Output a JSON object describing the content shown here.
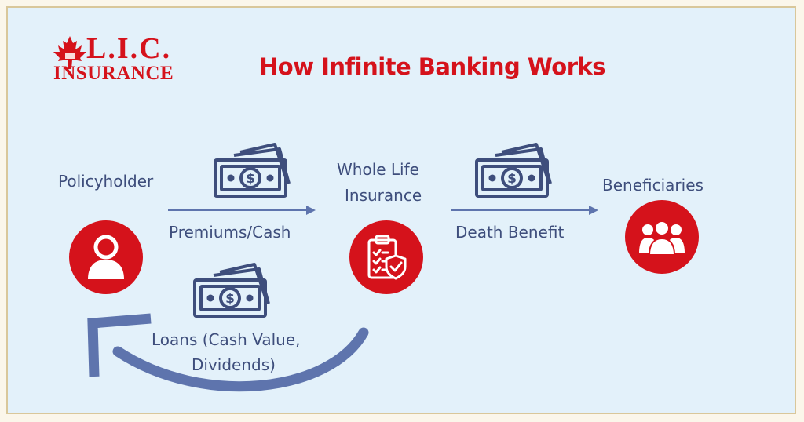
{
  "brand": {
    "logo_line1": "L.I.C.",
    "logo_line2": "INSURANCE"
  },
  "title": "How Infinite Banking Works",
  "nodes": {
    "policyholder": "Policyholder",
    "whole_life_line1": "Whole Life",
    "whole_life_line2": "Insurance",
    "beneficiaries": "Beneficiaries"
  },
  "flows": {
    "premiums": "Premiums/Cash",
    "death_benefit": "Death Benefit",
    "loans_line1": "Loans (Cash Value,",
    "loans_line2": "Dividends)"
  },
  "colors": {
    "accent_red": "#d5121b",
    "text_navy": "#3e4e7c",
    "arrow_blue": "#5e74ad",
    "background": "#e3f1fa",
    "border_gold": "#d9c79a"
  },
  "icons": [
    "maple-leaf-icon",
    "money-bills-icon",
    "user-icon",
    "clipboard-shield-icon",
    "group-icon"
  ]
}
